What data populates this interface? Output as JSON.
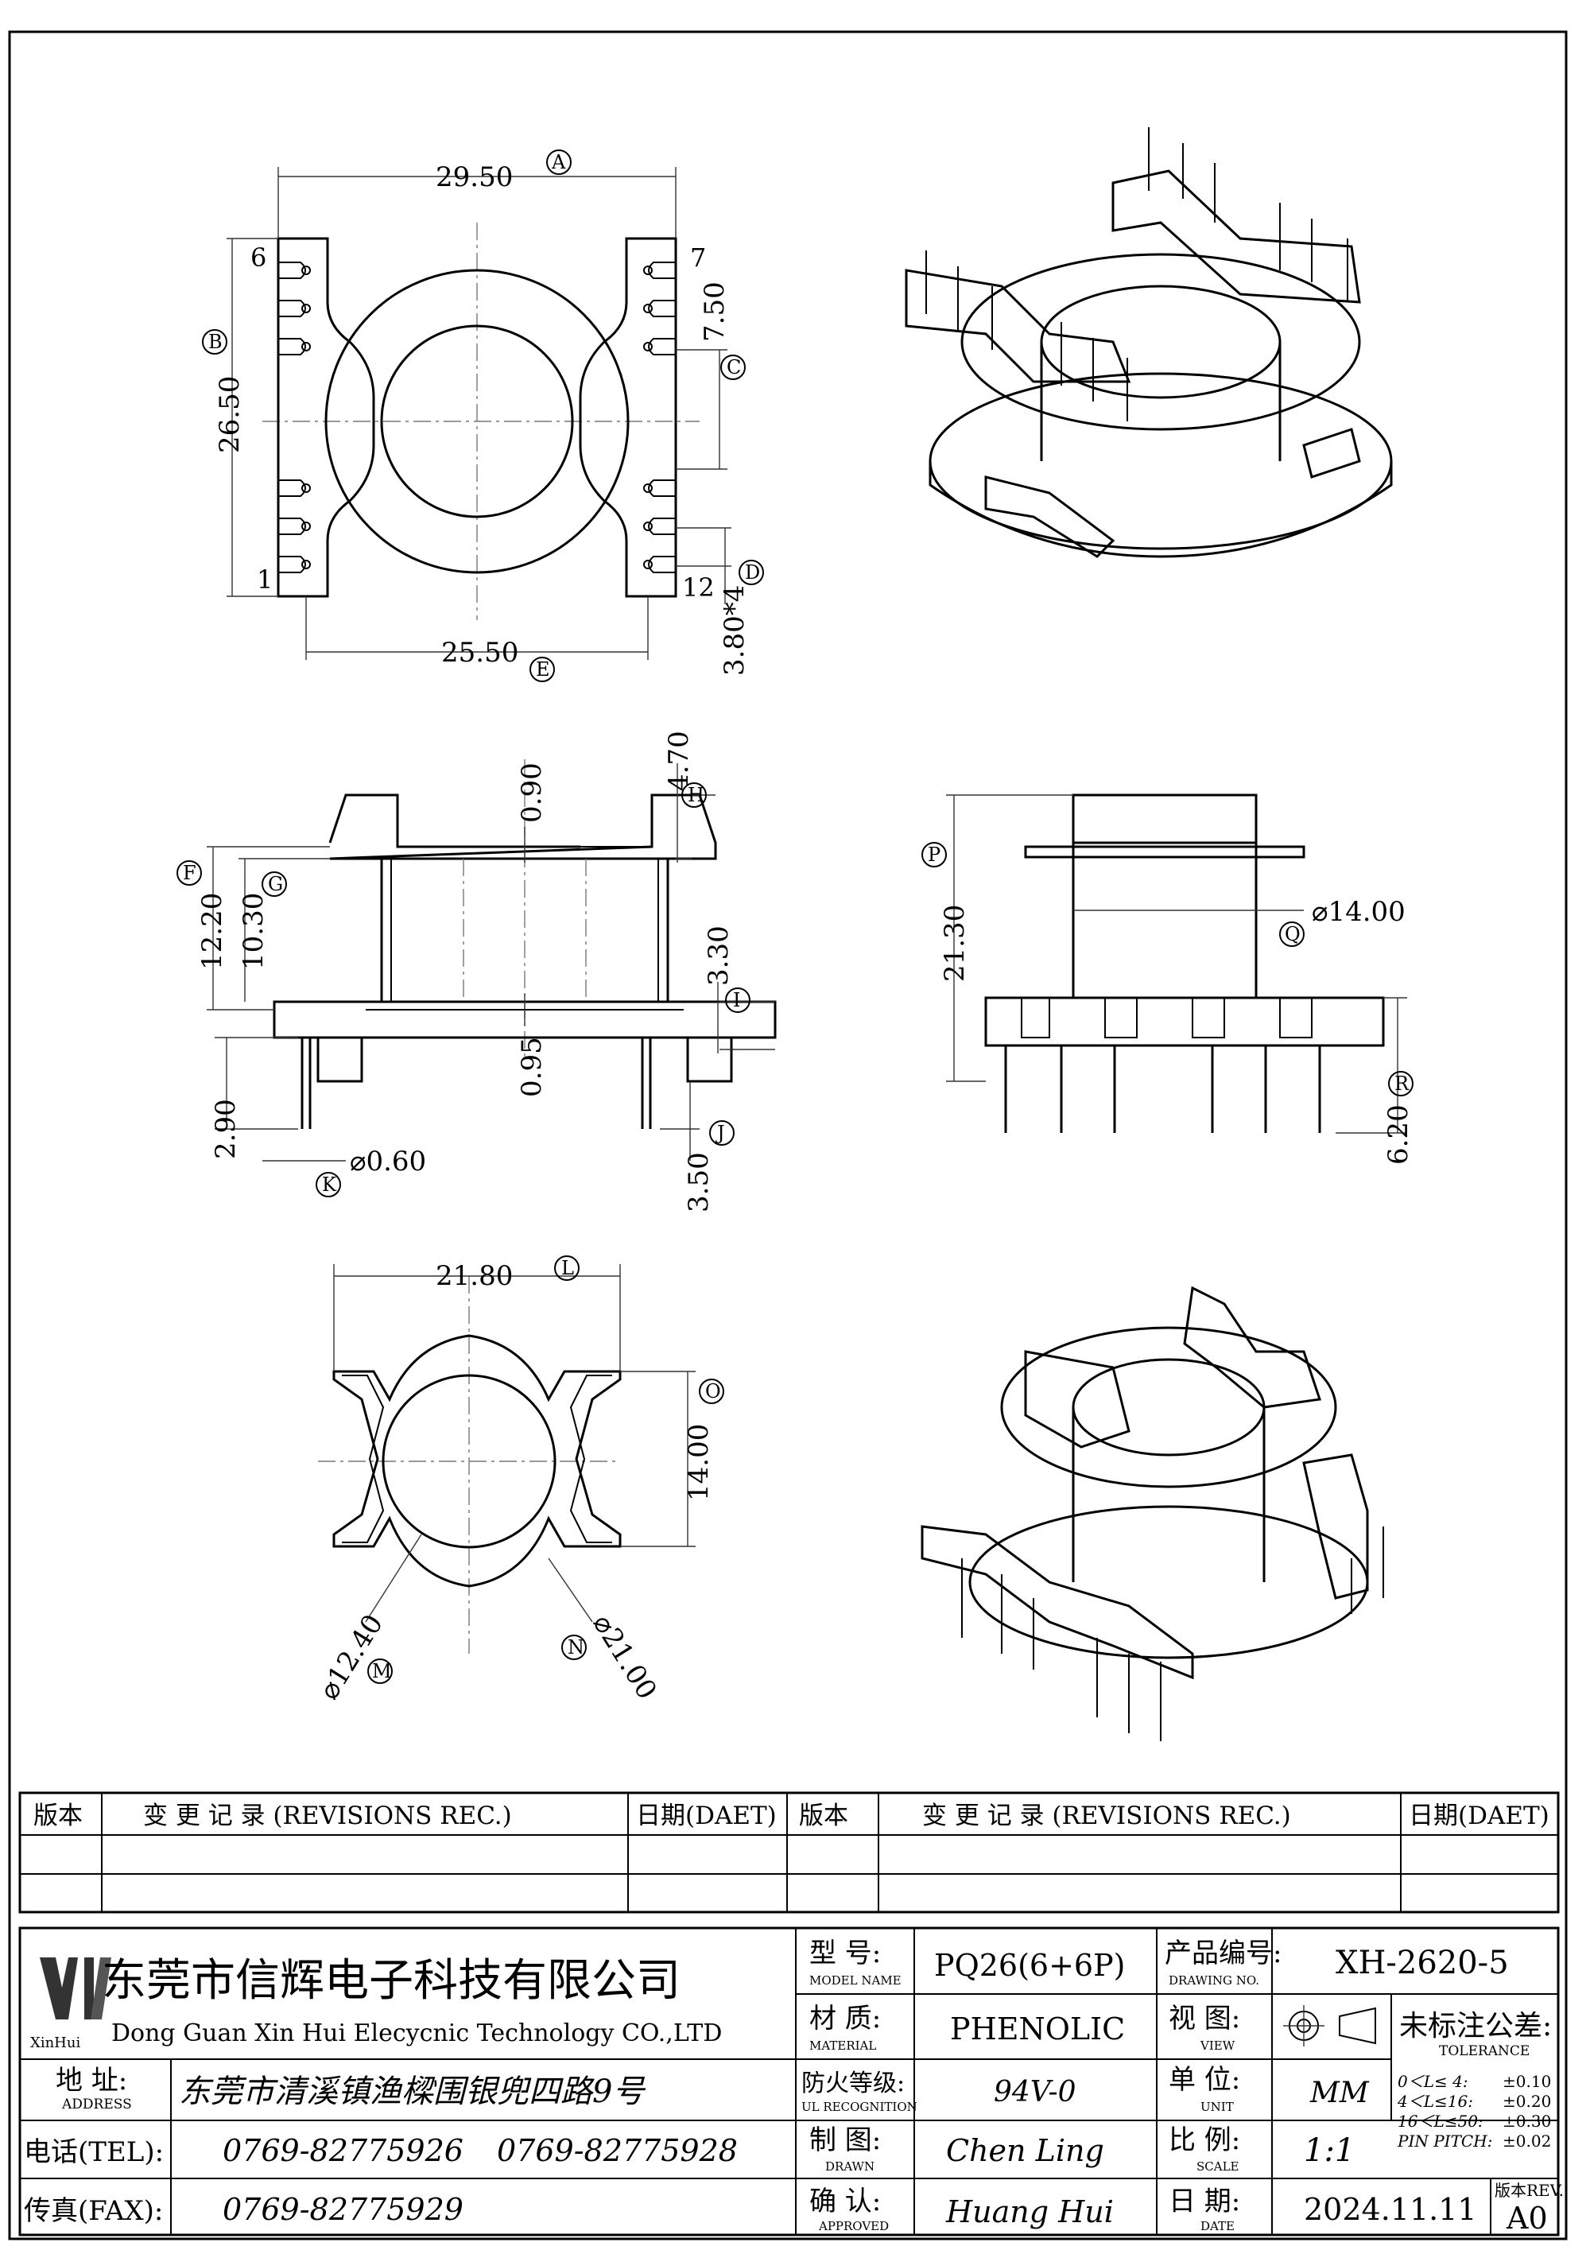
{
  "dimensions": {
    "A": "29.50",
    "B": "26.50",
    "C": "7.50",
    "D": "3.80*4",
    "E": "25.50",
    "F": "12.20",
    "G": "10.30",
    "H": "4.70",
    "H_gap": "0.90",
    "I": "3.30",
    "I_gap": "0.95",
    "J": "3.50",
    "J2": "2.90",
    "K": "⌀0.60",
    "P": "21.30",
    "Q": "⌀14.00",
    "R": "6.20",
    "L": "21.80",
    "O": "14.00",
    "M": "⌀12.40",
    "N": "⌀21.00"
  },
  "labels": [
    "A",
    "B",
    "C",
    "D",
    "E",
    "F",
    "G",
    "H",
    "I",
    "J",
    "K",
    "L",
    "M",
    "N",
    "O",
    "P",
    "Q",
    "R"
  ],
  "pins": {
    "p1": "1",
    "p6": "6",
    "p7": "7",
    "p12": "12"
  },
  "revisions": {
    "col_ver": "版本",
    "col_rec": "变 更 记 录 (REVISIONS REC.)",
    "col_date": "日期(DAET)"
  },
  "company": {
    "logo_text": "XinHui",
    "name_cn": "东莞市信辉电子科技有限公司",
    "name_en": "Dong Guan Xin Hui Elecycnic Technology CO.,LTD",
    "address_label": "地  址:",
    "address_label_en": "ADDRESS",
    "address": "东莞市清溪镇渔樑围银兜四路9号",
    "tel_label": "电话(TEL):",
    "tel1": "0769-82775926",
    "tel2": "0769-82775928",
    "fax_label": "传真(FAX):",
    "fax": "0769-82775929"
  },
  "title_block": {
    "model_label": "型  号:",
    "model_label_en": "MODEL NAME",
    "model": "PQ26(6+6P)",
    "material_label": "材  质:",
    "material_label_en": "MATERIAL",
    "material": "PHENOLIC",
    "ul_label": "防火等级:",
    "ul_label_en": "UL RECOGNITION",
    "ul": "94V-0",
    "drawn_label": "制  图:",
    "drawn_label_en": "DRAWN",
    "drawn": "Chen Ling",
    "approved_label": "确  认:",
    "approved_label_en": "APPROVED",
    "approved": "Huang Hui",
    "drawing_no_label": "产品编号:",
    "drawing_no_label_en": "DRAWING NO.",
    "drawing_no": "XH-2620-5",
    "view_label": "视  图:",
    "view_label_en": "VIEW",
    "unit_label": "单  位:",
    "unit_label_en": "UNIT",
    "unit": "MM",
    "scale_label": "比  例:",
    "scale_label_en": "SCALE",
    "scale": "1:1",
    "date_label": "日  期:",
    "date_label_en": "DATE",
    "date": "2024.11.11",
    "rev_label": "版本REV.",
    "rev": "A0",
    "tolerance_label": "未标注公差:",
    "tolerance_label_en": "TOLERANCE",
    "tolerances": [
      {
        "range": "0＜L≤ 4:",
        "value": "±0.10"
      },
      {
        "range": "4＜L≤16:",
        "value": "±0.20"
      },
      {
        "range": "16＜L≤50:",
        "value": "±0.30"
      },
      {
        "range": "PIN PITCH:",
        "value": "±0.02"
      }
    ]
  }
}
